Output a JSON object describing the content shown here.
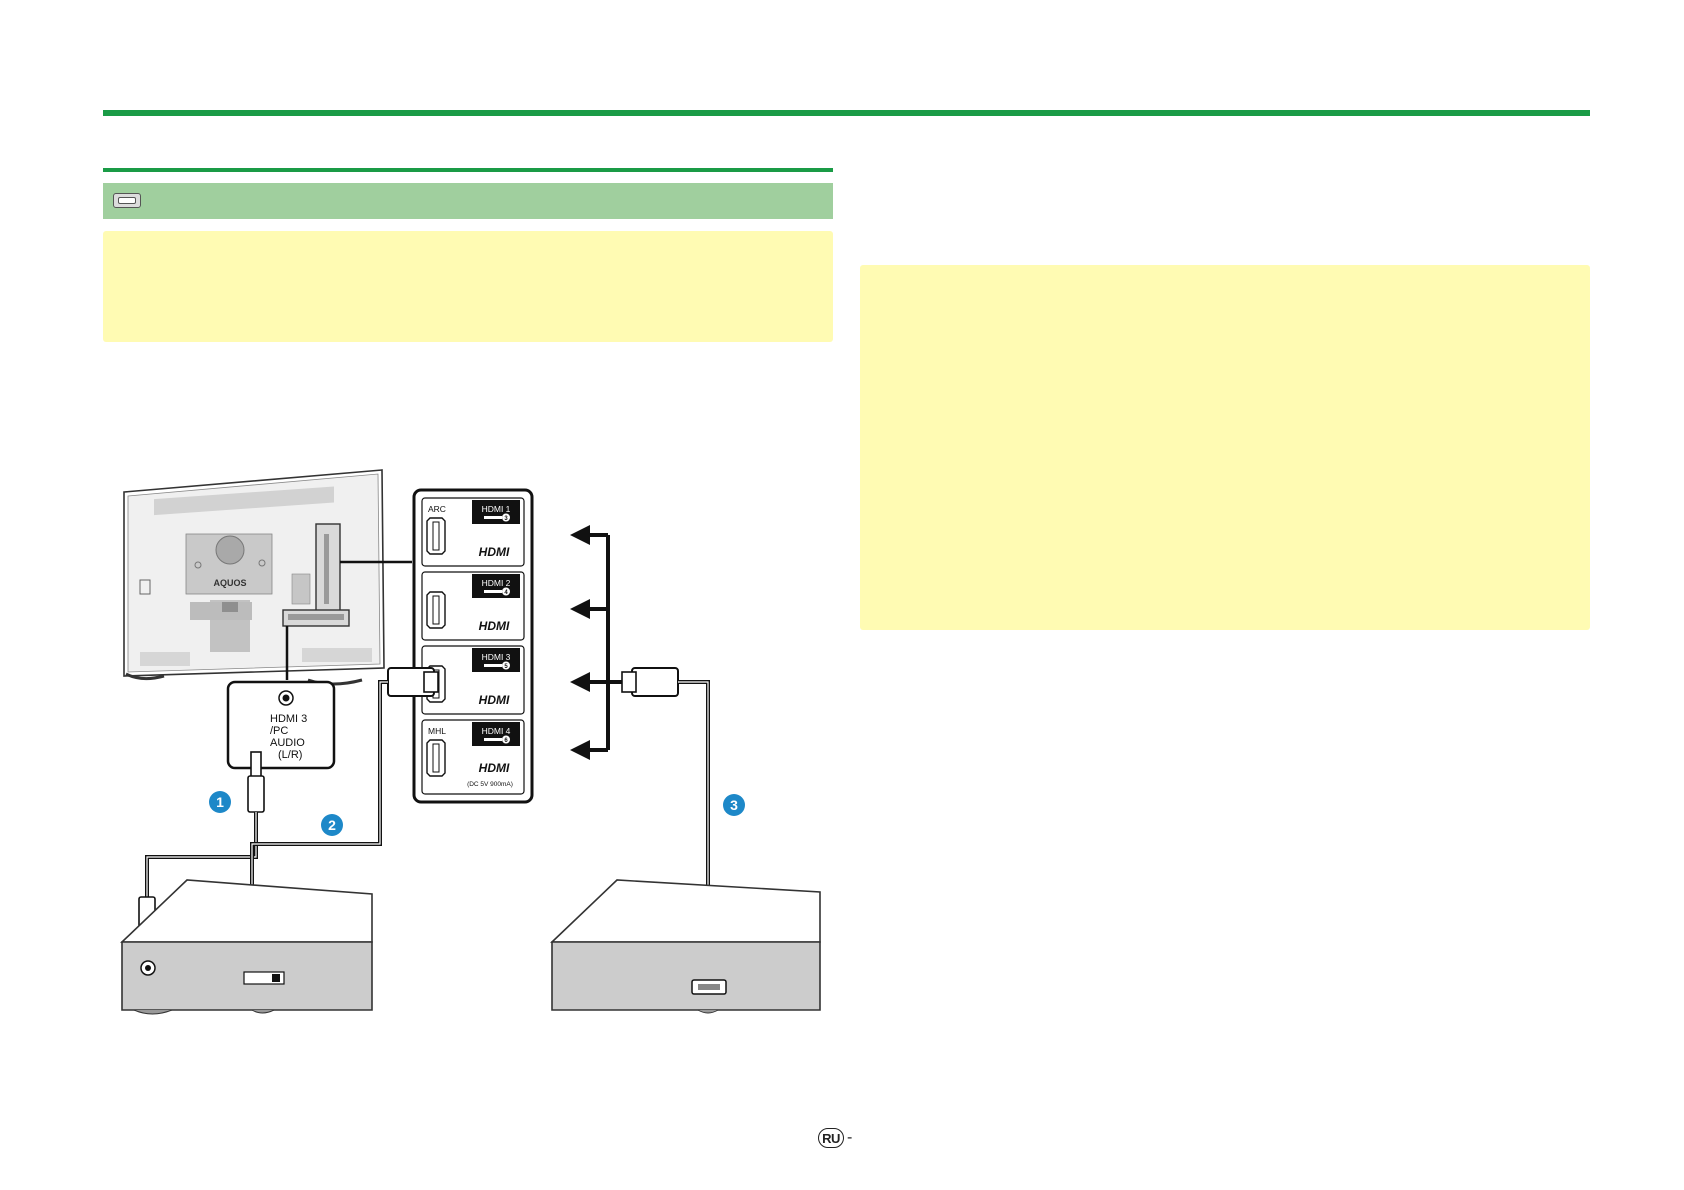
{
  "colors": {
    "rule_green": "#1a9b46",
    "section_header_green": "#a0cf9e",
    "note_yellow": "#fffbb3",
    "step_badge_blue": "#1d88c8"
  },
  "section": {
    "icon": "hdmi-port-icon"
  },
  "diagram": {
    "tv_logo": "AQUOS",
    "panel_ports": [
      {
        "top_label": "ARC",
        "port": "HDMI 1",
        "number": "3",
        "logo": "HDMI",
        "bottom_label": ""
      },
      {
        "top_label": "",
        "port": "HDMI 2",
        "number": "4",
        "logo": "HDMI",
        "bottom_label": ""
      },
      {
        "top_label": "",
        "port": "HDMI 3",
        "number": "5",
        "logo": "HDMI",
        "bottom_label": ""
      },
      {
        "top_label": "MHL",
        "port": "HDMI 4",
        "number": "6",
        "logo": "HDMI",
        "bottom_label": "(DC 5V  900mA)"
      }
    ],
    "audio_panel": {
      "line1": "HDMI 3",
      "line2": "/PC",
      "line3": "AUDIO",
      "line4": "(L/R)"
    },
    "steps": [
      "1",
      "2",
      "3"
    ]
  },
  "footer": {
    "language_badge": "RU",
    "page_marker": "-"
  }
}
